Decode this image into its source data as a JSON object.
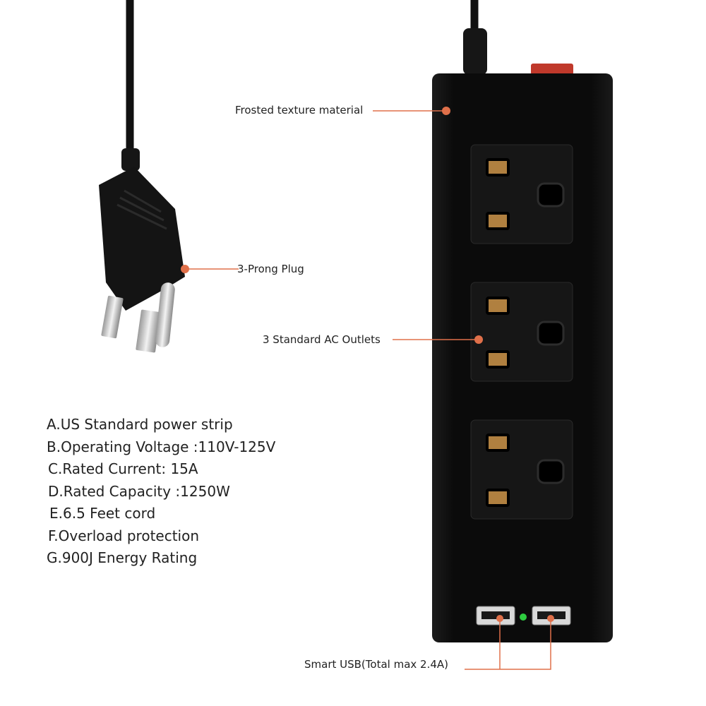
{
  "callouts": {
    "frosted": "Frosted texture material",
    "plug": "3-Prong Plug",
    "outlets": "3 Standard AC Outlets",
    "usb": "Smart USB(Total max 2.4A)"
  },
  "specs": [
    "A.US Standard power strip",
    "B.Operating Voltage :110V-125V",
    "C.Rated Current: 15A",
    "D.Rated Capacity :1250W",
    "E.6.5 Feet cord",
    "F.Overload protection",
    "G.900J Energy Rating"
  ],
  "colors": {
    "accent": "#e0704a",
    "strip_body": "#0d0d0d",
    "outlet_face": "#151515",
    "contact_brass": "#b08040",
    "switch_red": "#c0392b",
    "usb_led": "#2ecc40"
  }
}
